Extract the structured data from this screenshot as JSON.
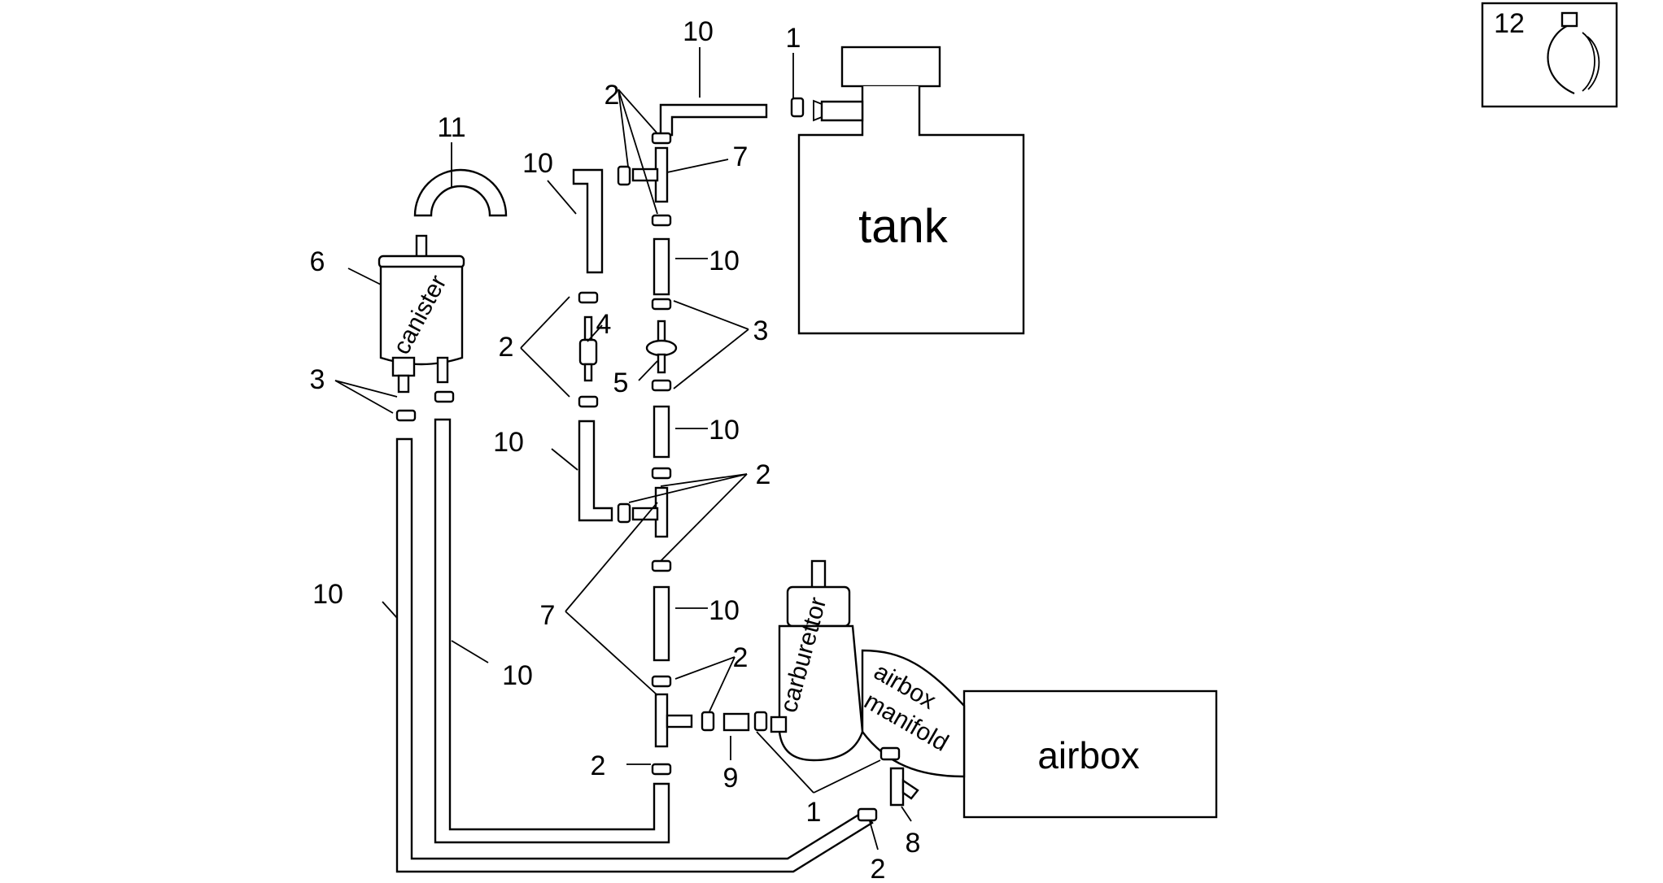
{
  "labels": {
    "tank": "tank",
    "airbox": "airbox",
    "canister": "canister",
    "carburettor": "carburettor",
    "manifold_line1": "airbox",
    "manifold_line2": "manifold"
  },
  "part_numbers": {
    "p1": "1",
    "p2": "2",
    "p3": "3",
    "p4": "4",
    "p5": "5",
    "p6": "6",
    "p7": "7",
    "p8": "8",
    "p9": "9",
    "p10": "10",
    "p11": "11",
    "p12": "12"
  }
}
